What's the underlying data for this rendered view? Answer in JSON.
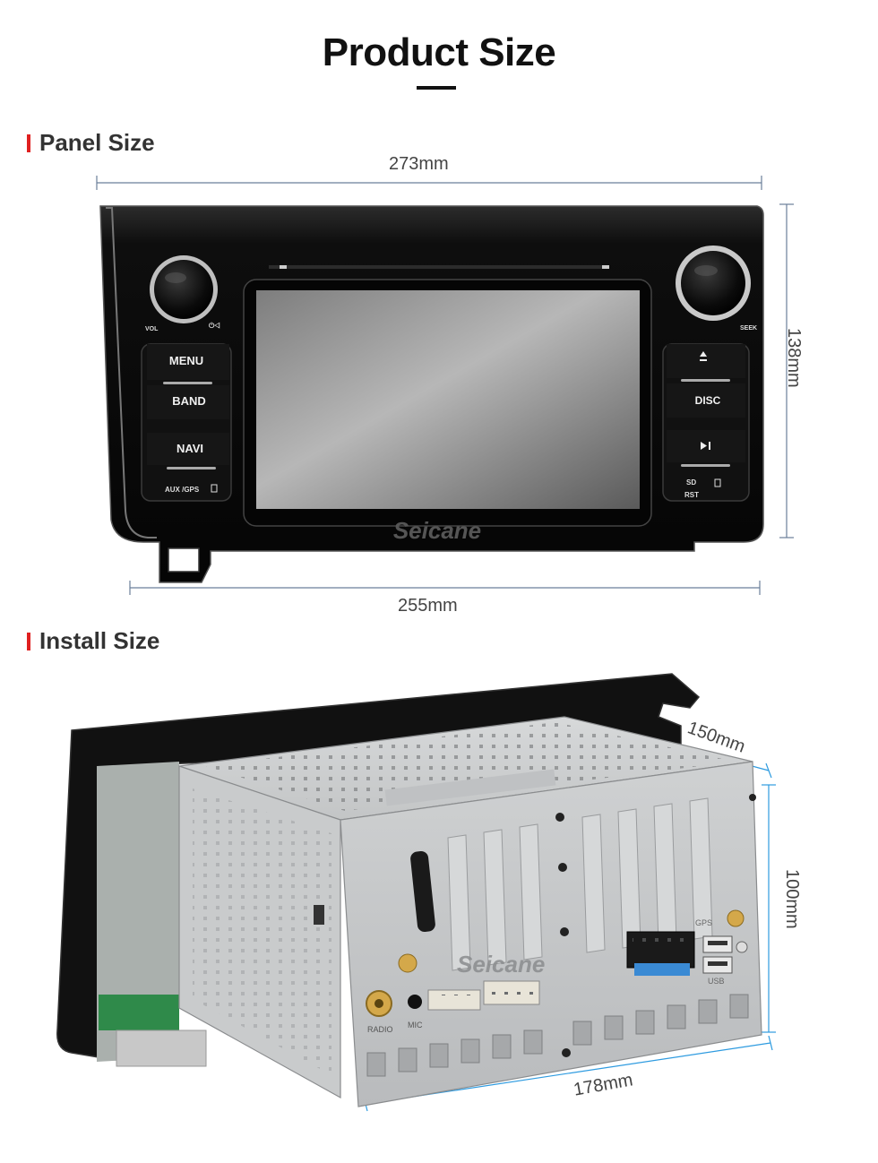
{
  "header": {
    "title": "Product Size"
  },
  "panel_section": {
    "heading": "Panel Size",
    "width_top": "273mm",
    "width_bottom": "255mm",
    "height": "138mm",
    "buttons_left": [
      "MENU",
      "BAND",
      "NAVI"
    ],
    "buttons_right": [
      "DISC"
    ],
    "labels": {
      "vol": "VOL",
      "seek": "SEEK",
      "aux_gps": "AUX /GPS",
      "rst": "RST",
      "sd": "SD"
    },
    "watermark": "Seicane",
    "accent_color": "#e02020",
    "dimension_line_color": "#6a7f9a",
    "screen_color": "#8a8a8a",
    "bezel_color": "#0d0d0d"
  },
  "install_section": {
    "heading": "Install Size",
    "depth": "150mm",
    "height": "100mm",
    "width": "178mm",
    "port_labels": {
      "radio": "RADIO",
      "mic": "MIC",
      "usb": "USB",
      "gps": "GPS"
    },
    "watermark": "Seicane",
    "dimension_line_color": "#2e9be0",
    "chassis_color": "#c9cbcc"
  }
}
